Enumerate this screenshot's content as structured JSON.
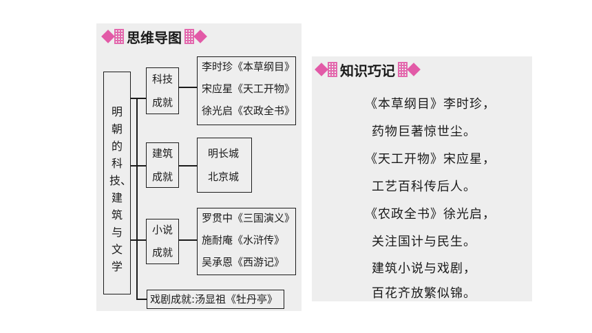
{
  "colors": {
    "accent": "#e25aa7",
    "panel": "#eeeeee"
  },
  "mind_map": {
    "header": "思维导图",
    "root": "明朝的科技、建筑与文学",
    "branches": [
      {
        "label": [
          "科技",
          "成就"
        ],
        "items": [
          "李时珍《本草纲目》",
          "宋应星《天工开物》",
          "徐光启《农政全书》"
        ]
      },
      {
        "label": [
          "建筑",
          "成就"
        ],
        "items": [
          "明长城",
          "北京城"
        ]
      },
      {
        "label": [
          "小说",
          "成就"
        ],
        "items": [
          "罗贯中《三国演义》",
          "施耐庵《水浒传》",
          "吴承恩《西游记》"
        ]
      }
    ],
    "drama": "戏剧成就:汤显祖《牡丹亭》"
  },
  "memory_tips": {
    "header": "知识巧记",
    "lines": [
      "《本草纲目》李时珍，",
      "药物巨著惊世尘。",
      "《天工开物》宋应星，",
      "工艺百科传后人。",
      "《农政全书》徐光启，",
      "关注国计与民生。",
      "建筑小说与戏剧，",
      "百花齐放繁似锦。"
    ]
  }
}
